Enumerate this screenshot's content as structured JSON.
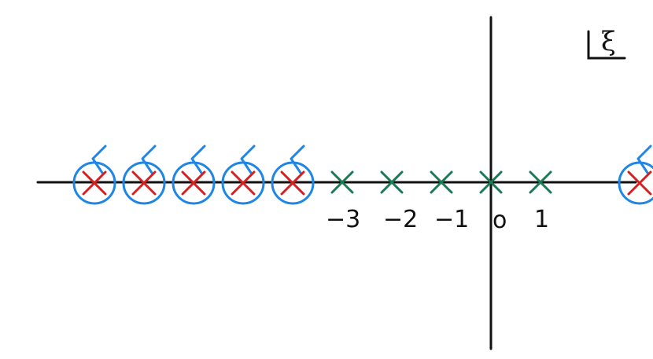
{
  "title": "",
  "variable_label": "ξ",
  "colors": {
    "axis": "#111111",
    "green_marker": "#1a7a55",
    "red_marker": "#d42020",
    "circle": "#1f86e6"
  },
  "tick_labels": [
    "−3",
    "−2",
    "−1",
    "o",
    "1"
  ],
  "markers": {
    "green": [
      -3,
      -2,
      -1,
      0,
      1
    ],
    "circled_red": [
      -8,
      -7,
      -6,
      -5,
      -4,
      3
    ]
  }
}
